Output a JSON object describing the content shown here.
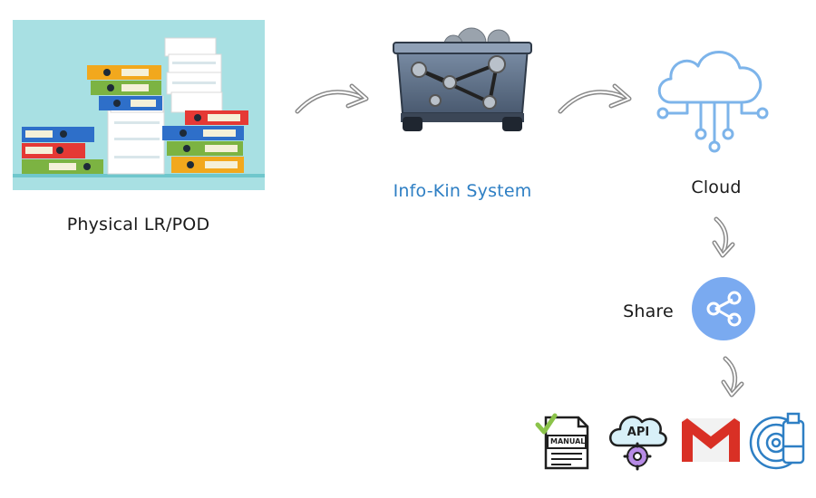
{
  "nodes": {
    "physical": {
      "label": "Physical LR/POD"
    },
    "system": {
      "label": "Info-Kin System",
      "label_color": "#2e7fc4"
    },
    "cloud": {
      "label": "Cloud"
    },
    "share": {
      "label": "Share"
    }
  },
  "outputs": [
    {
      "icon": "manual-document-icon",
      "text": "MANUAL"
    },
    {
      "icon": "api-gear-icon",
      "text": "API"
    },
    {
      "icon": "gmail-icon"
    },
    {
      "icon": "cd-usb-storage-icon"
    }
  ],
  "colors": {
    "panel_bg": "#a8e0e3",
    "cloud_stroke": "#7db4ea",
    "share_circle": "#7aaaf0",
    "gmail_red": "#d93025"
  }
}
